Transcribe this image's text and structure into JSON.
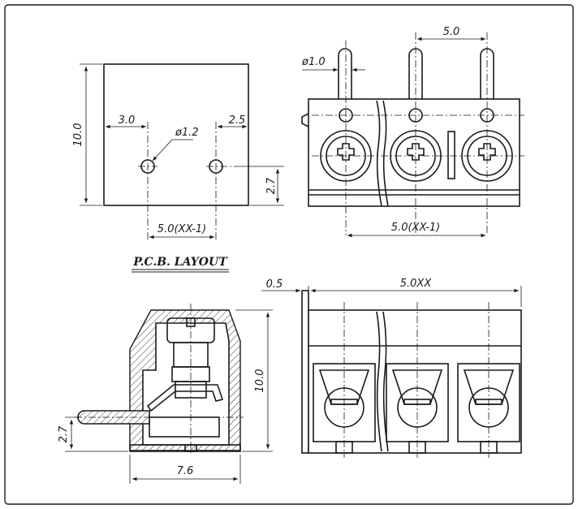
{
  "pcb_layout": {
    "title": "P.C.B. LAYOUT",
    "height": "10.0",
    "left_offset": "3.0",
    "right_offset": "2.5",
    "hole_diameter": "ø1.2",
    "hole_height": "2.7",
    "pitch_span": "5.0(XX-1)"
  },
  "top_view": {
    "pin_diameter": "ø1.0",
    "pitch": "5.0",
    "pitch_span": "5.0(XX-1)"
  },
  "side_view": {
    "height": "10.0",
    "pin_height": "2.7",
    "depth": "7.6"
  },
  "front_view": {
    "offset": "0.5",
    "overall_width": "5.0XX"
  }
}
